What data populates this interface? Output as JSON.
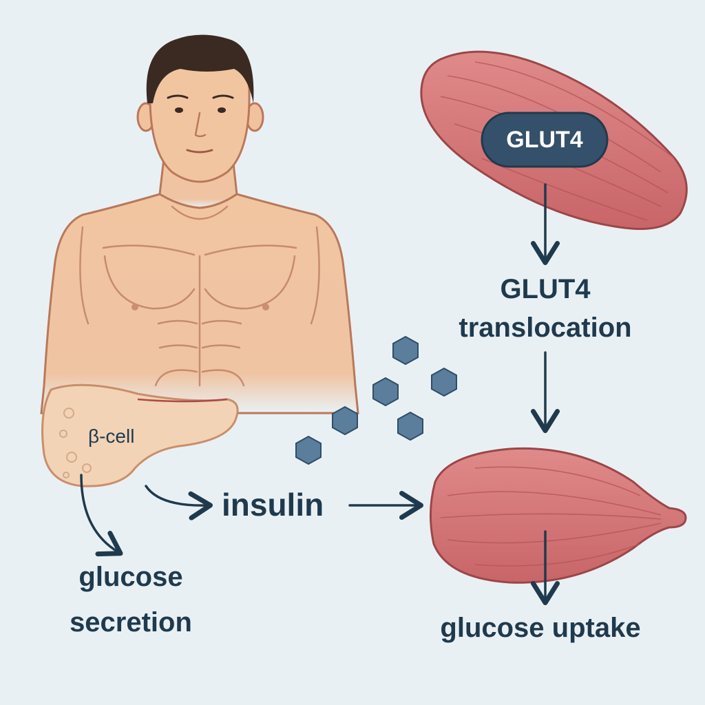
{
  "diagram": {
    "colors": {
      "background": "#e9f0f4",
      "text": "#1f3a4d",
      "muscle": "#d9777a",
      "muscle_stroke": "#9b4648",
      "skin": "#f0c39e",
      "skin_stroke": "#b9785a",
      "hair": "#3b2a22",
      "pancreas": "#f2d3b6",
      "glucose_hexagon": "#5a7e9c",
      "glut4_badge": "#34506a"
    },
    "labels": {
      "glut4_badge": "GLUT4",
      "glut4_translocation_line1": "GLUT4",
      "glut4_translocation_line2": "translocation",
      "beta_cell": "β-cell",
      "insulin": "insulin",
      "glucose_secretion_line1": "glucose",
      "glucose_secretion_line2": "secretion",
      "glucose_uptake": "glucose uptake"
    },
    "icons": [
      "human-torso-icon",
      "pancreas-icon",
      "muscle-cell-icon",
      "glucose-hexagon-icon",
      "arrow-icon"
    ]
  }
}
